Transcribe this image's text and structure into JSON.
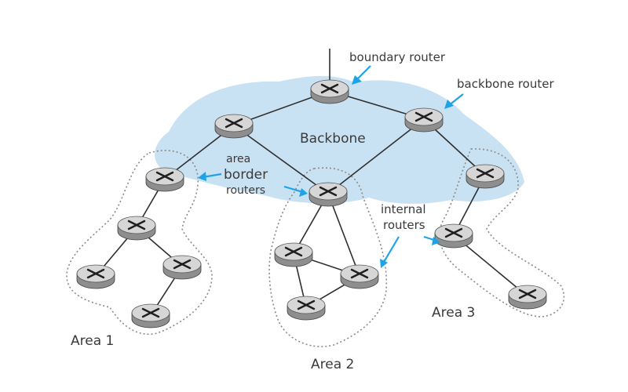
{
  "labels": {
    "boundary_router": "boundary router",
    "backbone_router": "backbone router",
    "backbone": "Backbone",
    "area_border_1": "area",
    "area_border_2": "border",
    "area_border_3": "routers",
    "internal_1": "internal",
    "internal_2": "routers",
    "area1": "Area 1",
    "area2": "Area 2",
    "area3": "Area 3"
  },
  "colors": {
    "backbone_fill": "#c9e2f3",
    "pointer": "#1ea3e6",
    "router_top": "#d6d6d6",
    "router_side": "#8e8e8e",
    "router_x": "#1f1f1f",
    "link": "#2f2f2f"
  },
  "routers": [
    {
      "id": "boundary",
      "area": "backbone"
    },
    {
      "id": "bb-left",
      "area": "backbone"
    },
    {
      "id": "bb-right",
      "area": "backbone"
    },
    {
      "id": "abr-area1",
      "area": "area1"
    },
    {
      "id": "abr-area2",
      "area": "area2"
    },
    {
      "id": "abr-area3",
      "area": "area3"
    },
    {
      "id": "a1-mid",
      "area": "area1"
    },
    {
      "id": "a1-left",
      "area": "area1"
    },
    {
      "id": "a1-right",
      "area": "area1"
    },
    {
      "id": "a1-bottom",
      "area": "area1"
    },
    {
      "id": "a2-left",
      "area": "area2"
    },
    {
      "id": "a2-right",
      "area": "area2"
    },
    {
      "id": "a2-bottom",
      "area": "area2"
    },
    {
      "id": "a3-mid",
      "area": "area3"
    },
    {
      "id": "a3-bottom",
      "area": "area3"
    }
  ],
  "links": [
    [
      "boundary",
      "bb-left"
    ],
    [
      "boundary",
      "bb-right"
    ],
    [
      "bb-left",
      "abr-area1"
    ],
    [
      "bb-left",
      "abr-area2"
    ],
    [
      "bb-right",
      "abr-area2"
    ],
    [
      "bb-right",
      "abr-area3"
    ],
    [
      "abr-area1",
      "a1-mid"
    ],
    [
      "a1-mid",
      "a1-left"
    ],
    [
      "a1-mid",
      "a1-right"
    ],
    [
      "a1-right",
      "a1-bottom"
    ],
    [
      "abr-area2",
      "a2-left"
    ],
    [
      "abr-area2",
      "a2-right"
    ],
    [
      "a2-left",
      "a2-right"
    ],
    [
      "a2-left",
      "a2-bottom"
    ],
    [
      "a2-bottom",
      "a2-right"
    ],
    [
      "abr-area3",
      "a3-mid"
    ],
    [
      "a3-mid",
      "a3-bottom"
    ]
  ]
}
